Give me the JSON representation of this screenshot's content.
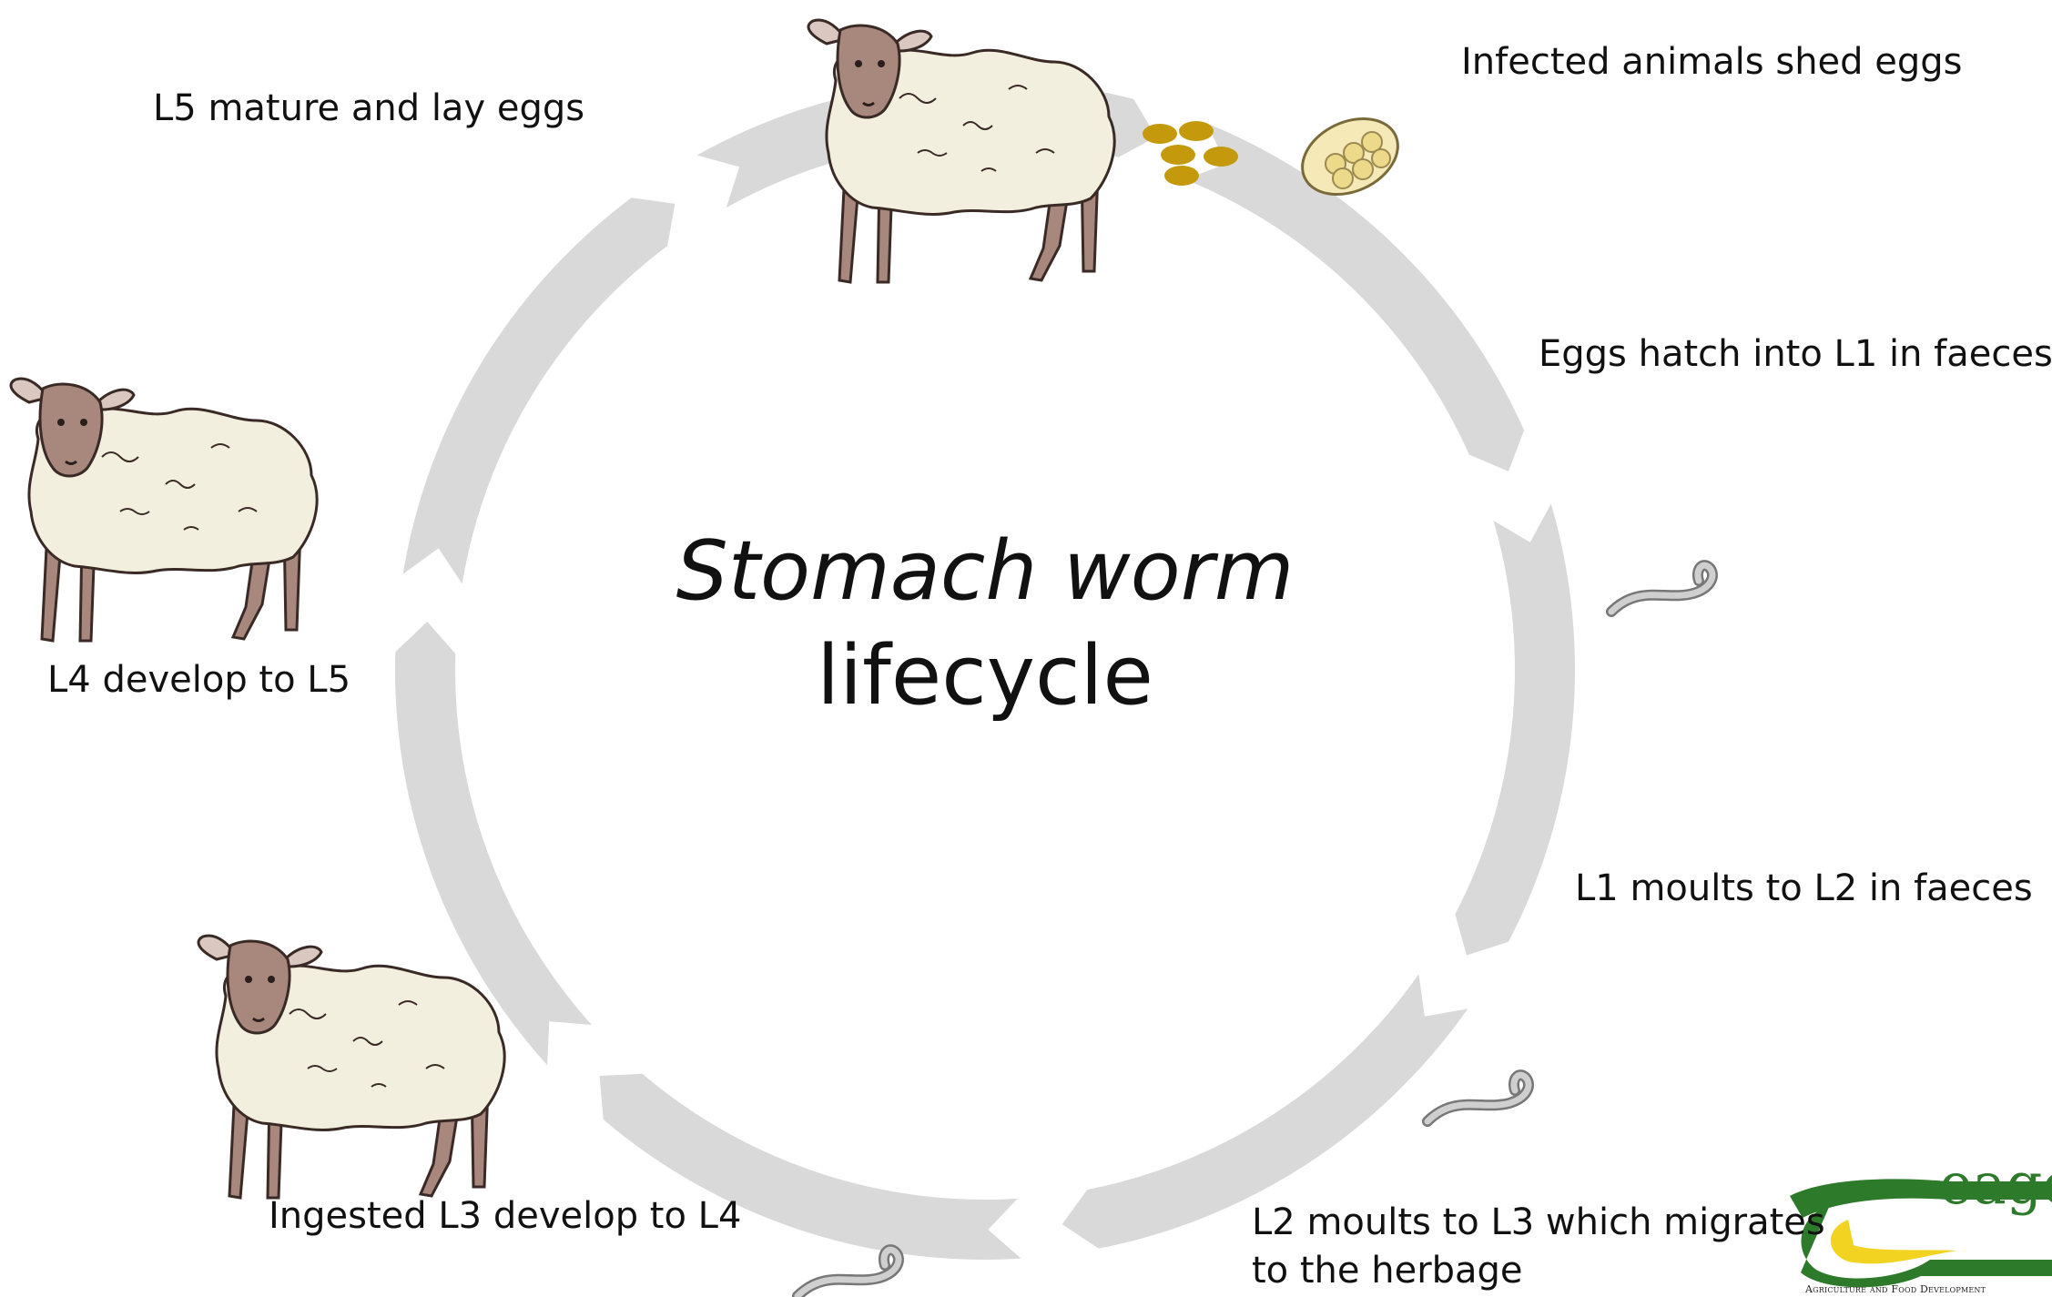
{
  "title": {
    "line1": "Stomach worm",
    "line2": "lifecycle"
  },
  "stages": [
    {
      "label": "Infected animals shed eggs"
    },
    {
      "label": "Eggs hatch into L1 in faeces"
    },
    {
      "label": "L1 moults to L2 in faeces"
    },
    {
      "label": "L2 moults to L3 which migrates",
      "label2": "to the herbage"
    },
    {
      "label": "Ingested L3 develop to L4"
    },
    {
      "label": "L4 develop to L5"
    },
    {
      "label": "L5 mature and lay eggs"
    }
  ],
  "logo": {
    "word": "eagc",
    "tagline": "Agriculture and Food Development"
  },
  "colors": {
    "cycle_ring": "#d9d9d9",
    "egg": "#c49a0c",
    "wool": "#f3efdf",
    "face": "#a8877d",
    "worm": "#b5b5b5",
    "logo_green": "#2c7a2a",
    "logo_yellow": "#f2d322"
  },
  "icons": [
    "sheep-icon",
    "egg-icon",
    "egg-cluster-icon",
    "worm-larva-icon",
    "teagasc-logo"
  ]
}
